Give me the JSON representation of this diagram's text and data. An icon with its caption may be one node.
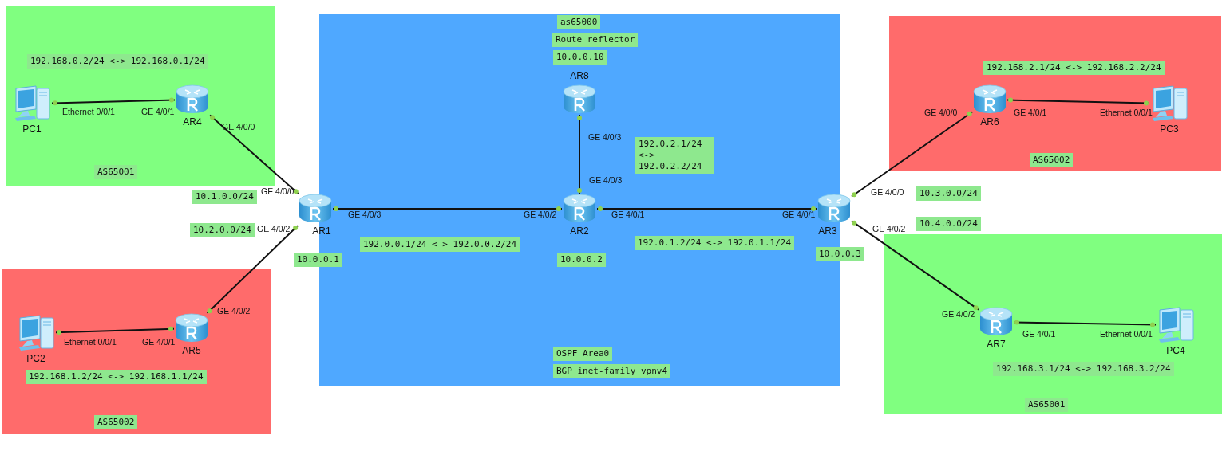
{
  "diagram": {
    "nodes": [
      {
        "text": [
          "AS65001"
        ]
      },
      {
        "text": [
          "PC1"
        ],
        "in": 0
      },
      {
        "text": [
          "AR4"
        ],
        "in": 0
      },
      {
        "text": [
          "as65000",
          "OSPF Area0",
          "BGP inet-family vpnv4"
        ]
      },
      {
        "text": [
          "AR8"
        ],
        "in": 3,
        "beside": [
          "Route reflector",
          "10.0.0.10"
        ]
      },
      {
        "text": [
          "AR1"
        ],
        "beside": [
          "10.0.0.1"
        ]
      },
      {
        "text": [
          "AR2"
        ],
        "in": 3,
        "beside": [
          "10.0.0.2"
        ]
      },
      {
        "text": [
          "AS65002"
        ]
      },
      {
        "text": [
          "AR6"
        ],
        "in": 7
      },
      {
        "text": [
          "PC3"
        ],
        "in": 7
      },
      {
        "text": [
          "AR3"
        ],
        "beside": [
          "10.0.0.3"
        ]
      },
      {
        "text": [
          "AS65002"
        ]
      },
      {
        "text": [
          "PC2"
        ],
        "in": 11
      },
      {
        "text": [
          "AR5"
        ],
        "in": 11
      },
      {
        "text": [
          "AS65001"
        ]
      },
      {
        "text": [
          "AR7"
        ],
        "in": 14
      },
      {
        "text": [
          "PC4"
        ],
        "in": 14
      }
    ],
    "edges": [
      {
        "from": 1,
        "to": 2,
        "arrow": "none"
      },
      {
        "from": 2,
        "to": 5,
        "arrow": "none"
      },
      {
        "from": 5,
        "to": 6,
        "arrow": "none"
      },
      {
        "from": 4,
        "to": 6,
        "arrow": "none"
      },
      {
        "from": 6,
        "to": 10,
        "arrow": "none"
      },
      {
        "from": 5,
        "to": 13,
        "arrow": "none"
      },
      {
        "from": 12,
        "to": 13,
        "arrow": "none"
      },
      {
        "from": 10,
        "to": 8,
        "arrow": "none"
      },
      {
        "from": 8,
        "to": 9,
        "arrow": "none"
      },
      {
        "from": 10,
        "to": 15,
        "arrow": "none"
      },
      {
        "from": 15,
        "to": 16,
        "arrow": "none"
      }
    ],
    "labels": [
      "192.168.0.2/24 <-> 192.168.0.1/24",
      "192.168.2.1/24 <-> 192.168.2.2/24",
      "Ethernet 0/0/1",
      "GE 4/0/1",
      "GE 4/0/0",
      "GE 4/0/1",
      "Ethernet 0/0/1",
      "GE 4/0/0",
      "GE 4/0/3",
      "192.0.2.1/24 <-> 192.0.2.2/24",
      "GE 4/0/3",
      "10.1.0.0/24",
      "GE 4/0/0",
      "GE 4/0/0",
      "10.3.0.0/24",
      "GE 4/0/3",
      "GE 4/0/2",
      "GE 4/0/1",
      "GE 4/0/1",
      "10.2.0.0/24",
      "GE 4/0/2",
      "10.4.0.0/24",
      "GE 4/0/2",
      "192.0.0.1/24 <-> 192.0.0.2/24",
      "192.0.1.2/24 <-> 192.0.1.1/24",
      "GE 4/0/2",
      "GE 4/0/2",
      "Ethernet 0/0/1",
      "GE 4/0/1",
      "GE 4/0/1",
      "Ethernet 0/0/1",
      "192.168.1.2/24 <-> 192.168.1.1/24",
      "192.168.3.1/24 <-> 192.168.3.2/24"
    ]
  }
}
